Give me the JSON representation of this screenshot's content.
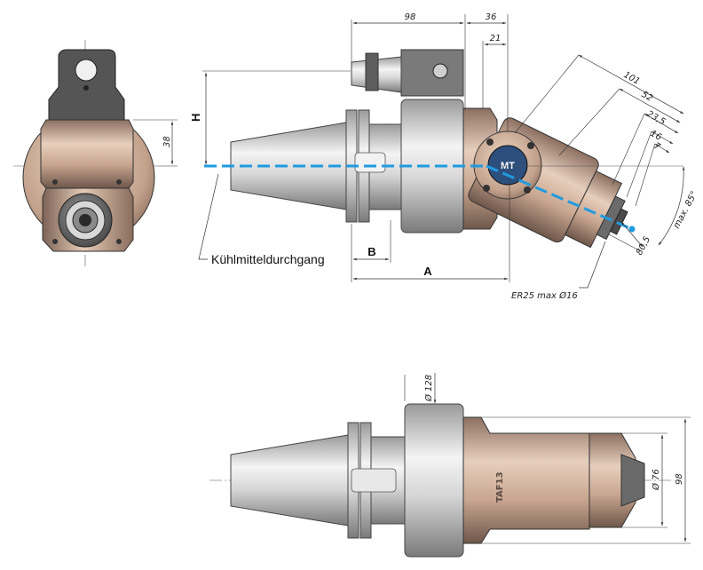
{
  "labels": {
    "coolant": "Kühlmitteldurchgang",
    "H": "H",
    "A": "A",
    "B": "B",
    "collet": "ER25  max  Ø16",
    "max_angle": "max. 85°",
    "model": "TAF13",
    "logo": "MT"
  },
  "dimensions": {
    "d98_top": "98",
    "d36": "36",
    "d21": "21",
    "d101": "101",
    "d52": "52",
    "d23_5": "23,5",
    "d16": "16",
    "d7": "7",
    "d80_5": "80,5",
    "d38": "38",
    "d128": "Ø 128",
    "d76": "Ø 76",
    "d98_side": "98"
  },
  "colors": {
    "body_tan": "#c8a691",
    "body_dark": "#8c6f60",
    "body_shadow": "#6b5a52",
    "steel_light": "#eeeeee",
    "steel_mid": "#c4c4c4",
    "steel_dark": "#8a8a8a",
    "coolant_line": "#1f9be0",
    "dim_line": "#333333"
  }
}
